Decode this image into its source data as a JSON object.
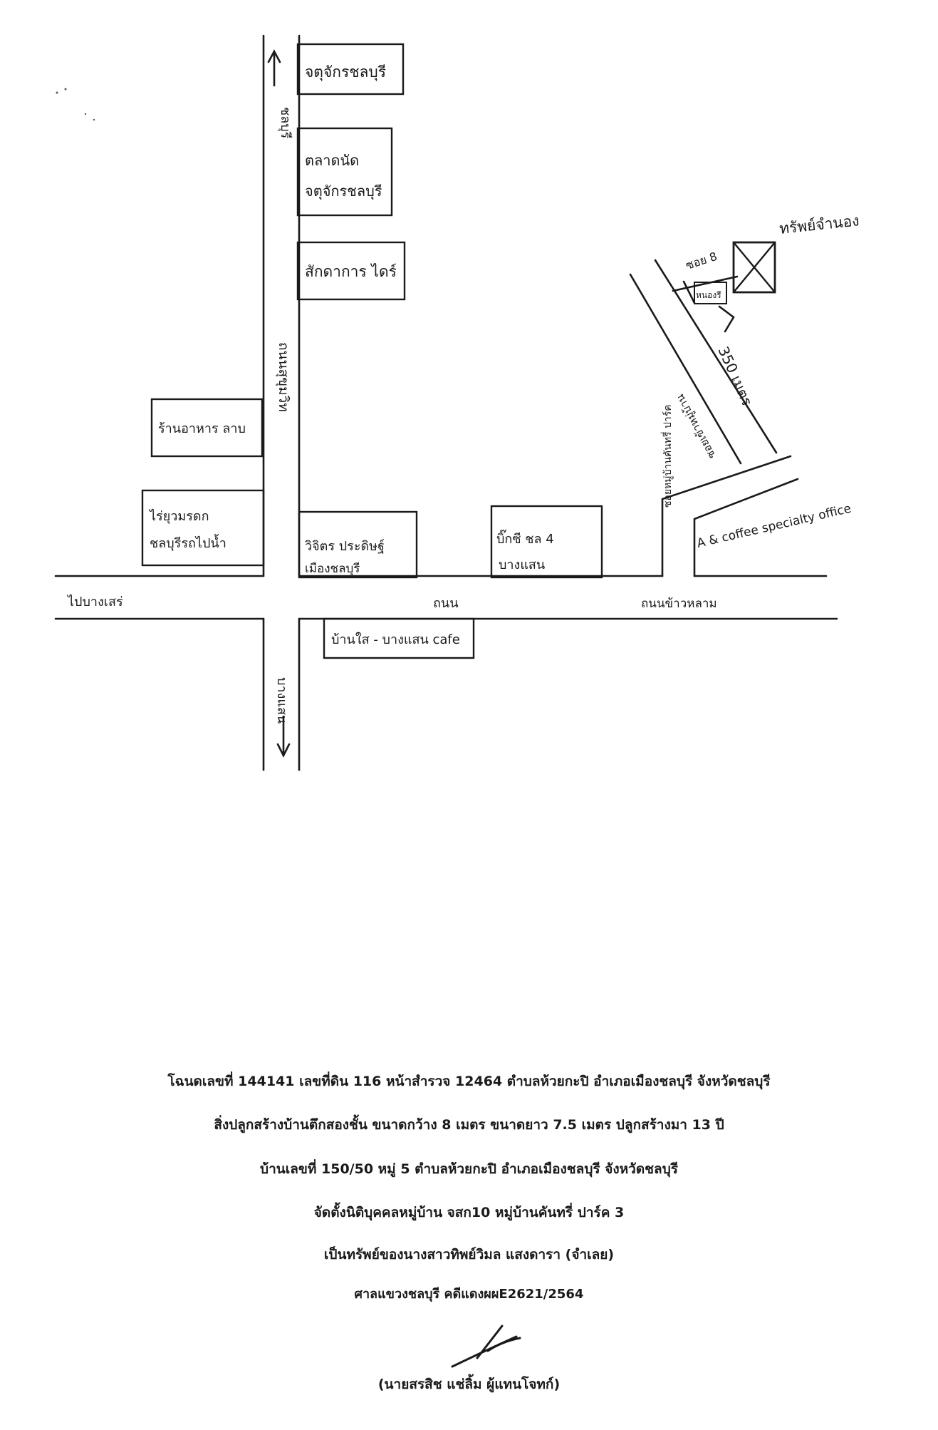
{
  "map": {
    "places": {
      "top_building_1": "จตุจักรชลบุรี",
      "top_building_2a": "ตลาดนัด",
      "top_building_2b": "จตุจักรชลบุรี",
      "top_building_3": "สักดาการ ไดร์",
      "left_shop_1": "ร้านอาหาร ลาบ",
      "left_shop_2a": "ไร่ยุวมรดก",
      "left_shop_2b": "ชลบุรีรถไปน้ำ",
      "corner_building_a": "วิจิตร ประดิษฐ์",
      "corner_building_b": "เมืองชลบุรี",
      "mid_building_a": "บิ๊กซี ชล 4",
      "mid_building_b": "บางแสน",
      "south_building": "บ้านใส - บางแสน cafe",
      "cafe": "A & coffee specialty office",
      "target_house": "ทรัพย์จำนอง",
      "soi_label": "ซอย 8",
      "small_house_label": "หนองรี"
    },
    "roads": {
      "north_direction": "ชลบุรี",
      "vertical_road": "ถนนสุขุมวิท",
      "south_direction": "บางแสน",
      "west_label": "ไปบางเสร่",
      "main_road": "ถนน",
      "junction_label": "ถนนข้าวหลาม",
      "side_road": "ซอยหมู่บ้านคันทรี่ ปาร์ค",
      "soi_road": "ซอยเข้าหมู่บ้าน",
      "distance": "350 เมตร"
    }
  },
  "caption": {
    "line1": "โฉนดเลขที่ 144141 เลขที่ดิน 116 หน้าสำรวจ 12464 ตำบลห้วยกะปิ อำเภอเมืองชลบุรี จังหวัดชลบุรี",
    "line2": "สิ่งปลูกสร้างบ้านตึกสองชั้น ขนาดกว้าง 8 เมตร ขนาดยาว 7.5 เมตร ปลูกสร้างมา 13 ปี",
    "line3": "บ้านเลขที่ 150/50 หมู่ 5 ตำบลห้วยกะปิ อำเภอเมืองชลบุรี จังหวัดชลบุรี",
    "line4": "จัดตั้งนิติบุคคลหมู่บ้าน จสก10 หมู่บ้านคันทรี่ ปาร์ค 3",
    "line5": "เป็นทรัพย์ของนางสาวทิพย์วิมล แสงดารา (จำเลย)",
    "line6": "ศาลแขวงชลบุรี คดีแดงผผE2621/2564",
    "line7": "(นายสรสิช แช่ลิ้ม ผู้แทนโจทก์)"
  }
}
